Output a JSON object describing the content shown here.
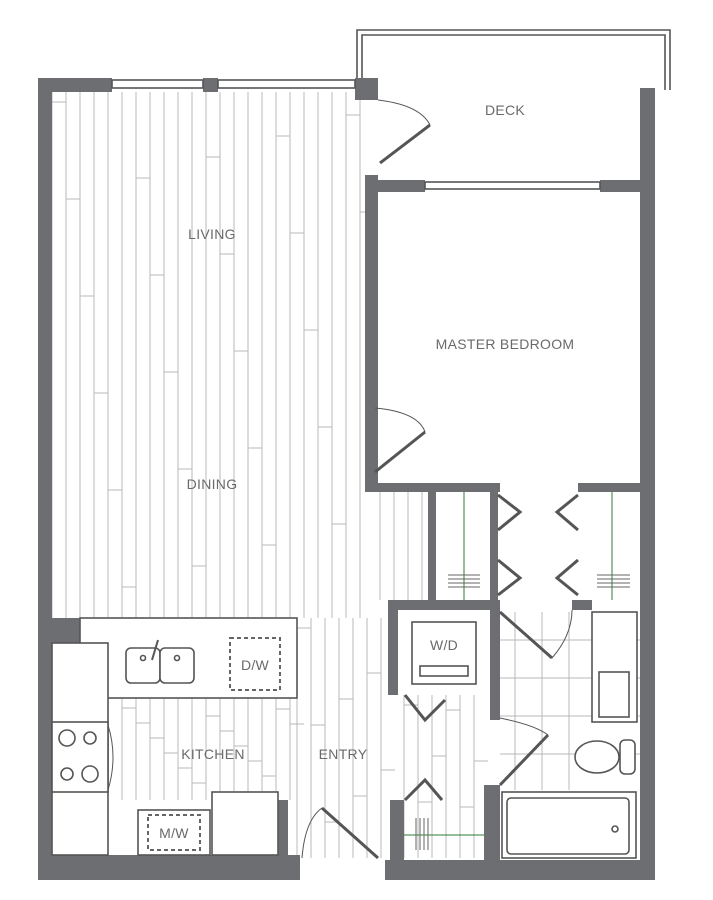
{
  "floor_plan": {
    "rooms": {
      "deck": "DECK",
      "living": "LIVING",
      "master_bedroom": "MASTER BEDROOM",
      "dining": "DINING",
      "kitchen": "KITCHEN",
      "entry": "ENTRY"
    },
    "appliances": {
      "dishwasher": "D/W",
      "washer_dryer": "W/D",
      "microwave": "M/W"
    },
    "colors": {
      "wall": "#6d6e71",
      "floor_line": "#b9b9b9",
      "accent_line": "#2e7d32"
    }
  }
}
